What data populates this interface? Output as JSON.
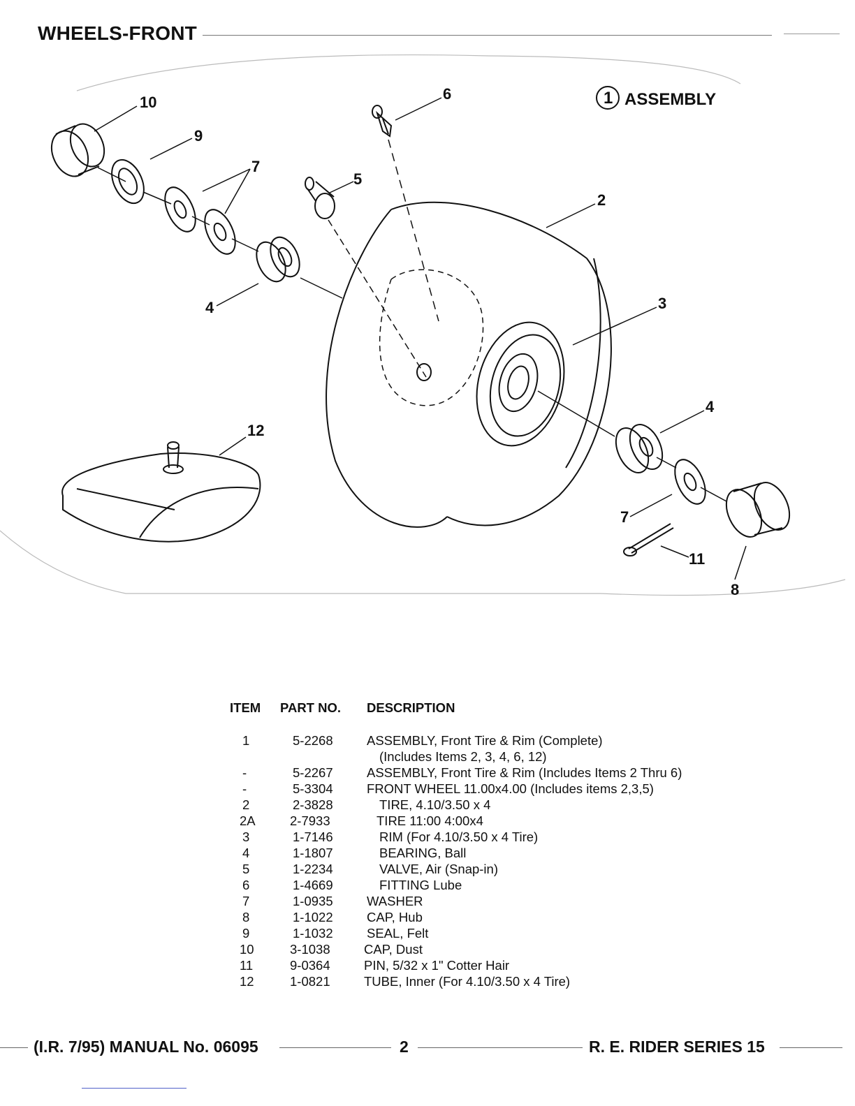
{
  "header": {
    "title": "WHEELS-FRONT"
  },
  "diagram": {
    "assembly_label": "ASSEMBLY",
    "assembly_circle_number": "1",
    "callouts": {
      "c10": "10",
      "c9": "9",
      "c7a": "7",
      "c4a": "4",
      "c5": "5",
      "c6": "6",
      "c2": "2",
      "c3": "3",
      "c4b": "4",
      "c7b": "7",
      "c11": "11",
      "c8": "8",
      "c12": "12"
    }
  },
  "parts_table": {
    "headers": {
      "item": "ITEM",
      "part": "PART NO.",
      "description": "DESCRIPTION"
    },
    "rows": [
      {
        "item": "1",
        "part": "5-2268",
        "desc": "ASSEMBLY, Front Tire & Rim (Complete)",
        "desc2": "(Includes Items 2, 3, 4, 6, 12)"
      },
      {
        "item": "-",
        "part": "5-2267",
        "desc": "ASSEMBLY, Front Tire & Rim (Includes Items 2 Thru 6)"
      },
      {
        "item": "-",
        "part": "5-3304",
        "desc": "FRONT WHEEL 11.00x4.00 (Includes items 2,3,5)"
      },
      {
        "item": "2",
        "part": "2-3828",
        "desc": "TIRE, 4.10/3.50 x 4"
      },
      {
        "item": "2A",
        "part": "2-7933",
        "desc": "TIRE 11:00  4:00x4"
      },
      {
        "item": "3",
        "part": "1-7146",
        "desc": "RIM (For 4.10/3.50 x 4 Tire)"
      },
      {
        "item": "4",
        "part": "1-1807",
        "desc": "BEARING, Ball"
      },
      {
        "item": "5",
        "part": "1-2234",
        "desc": "VALVE, Air (Snap-in)"
      },
      {
        "item": "6",
        "part": "1-4669",
        "desc": "FITTING Lube"
      },
      {
        "item": "7",
        "part": "1-0935",
        "desc": "WASHER"
      },
      {
        "item": "8",
        "part": "1-1022",
        "desc": "CAP, Hub"
      },
      {
        "item": "9",
        "part": "1-1032",
        "desc": "SEAL, Felt"
      },
      {
        "item": "10",
        "part": "3-1038",
        "desc": "CAP, Dust"
      },
      {
        "item": "11",
        "part": "9-0364",
        "desc": "PIN, 5/32 x 1\" Cotter Hair"
      },
      {
        "item": "12",
        "part": "1-0821",
        "desc": "TUBE, Inner (For 4.10/3.50 x 4 Tire)"
      }
    ]
  },
  "footer": {
    "left": "(I.R. 7/95) MANUAL No. 06095",
    "page": "2",
    "right": "R. E. RIDER SERIES 15"
  }
}
